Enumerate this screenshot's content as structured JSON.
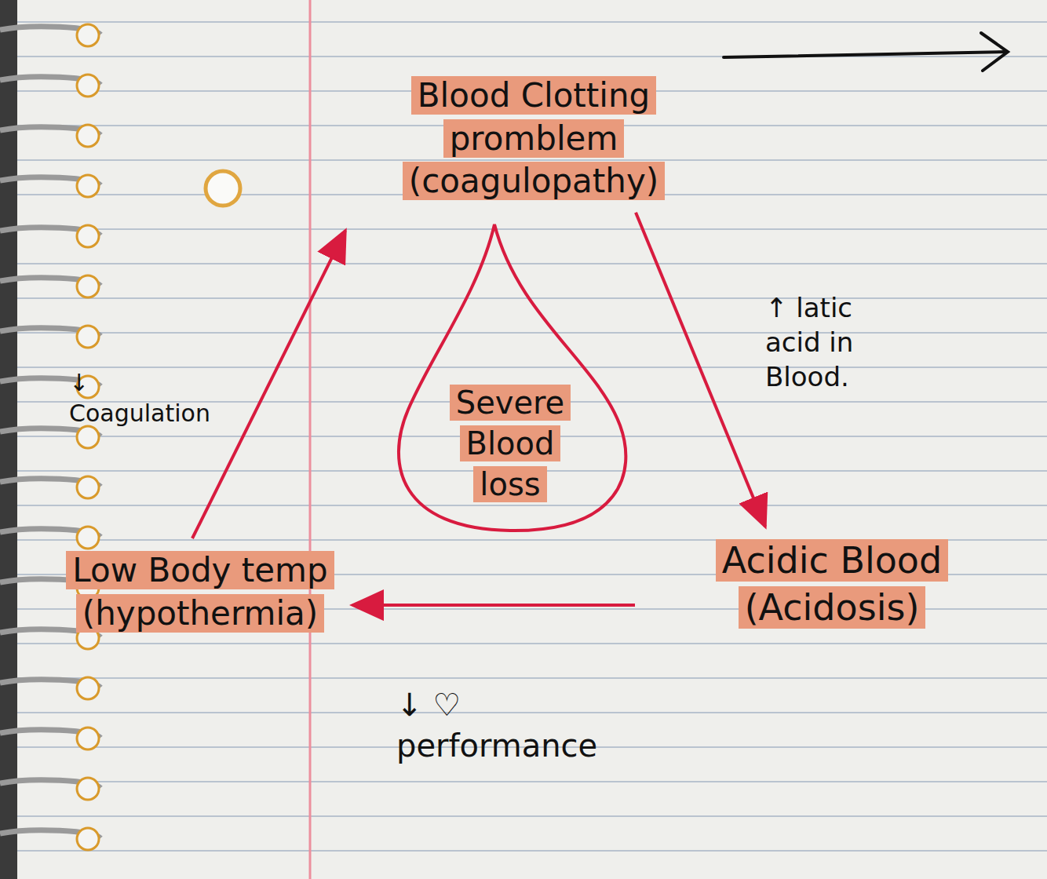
{
  "diagram": {
    "nodes": [
      {
        "text": [
          "Blood Clotting promblem (coagulopathy)"
        ]
      },
      {
        "text": [
          "Severe Blood loss"
        ]
      },
      {
        "text": [
          "Acidic Blood (Acidosis)"
        ]
      },
      {
        "text": [
          "Low Body temp (hypothermia)"
        ]
      }
    ],
    "edges": [
      {
        "from": 0,
        "to": 2,
        "label": "↑ latic acid in Blood.",
        "arrow": "to"
      },
      {
        "from": 2,
        "to": 3,
        "label": "↓ ♡ performance",
        "arrow": "to"
      },
      {
        "from": 3,
        "to": 0,
        "label": "↓ Coagulation",
        "arrow": "to"
      }
    ]
  }
}
